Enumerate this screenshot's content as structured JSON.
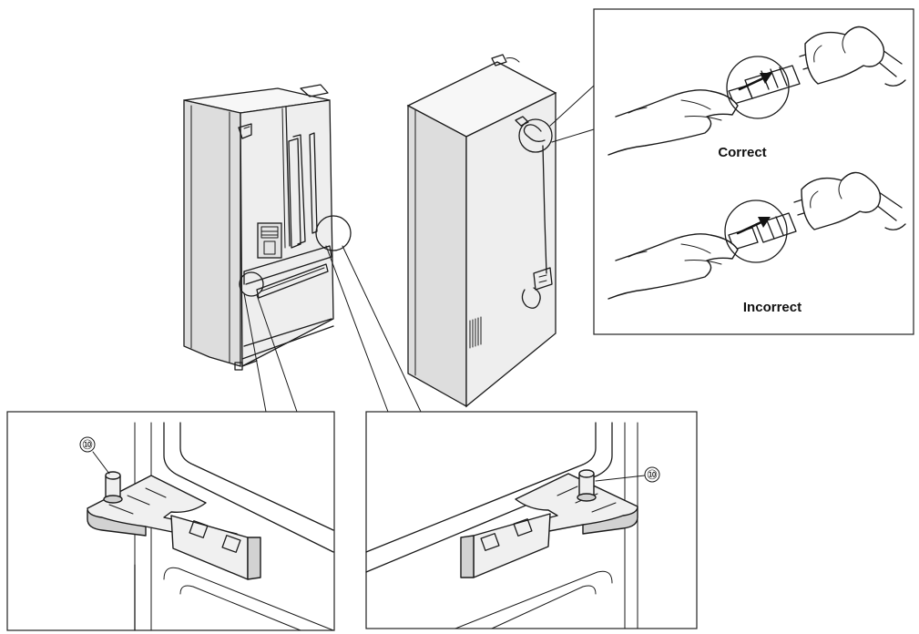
{
  "callouts": {
    "part_left": "⑩",
    "part_right": "⑩"
  },
  "inset_connection": {
    "correct_label": "Correct",
    "incorrect_label": "Incorrect"
  }
}
